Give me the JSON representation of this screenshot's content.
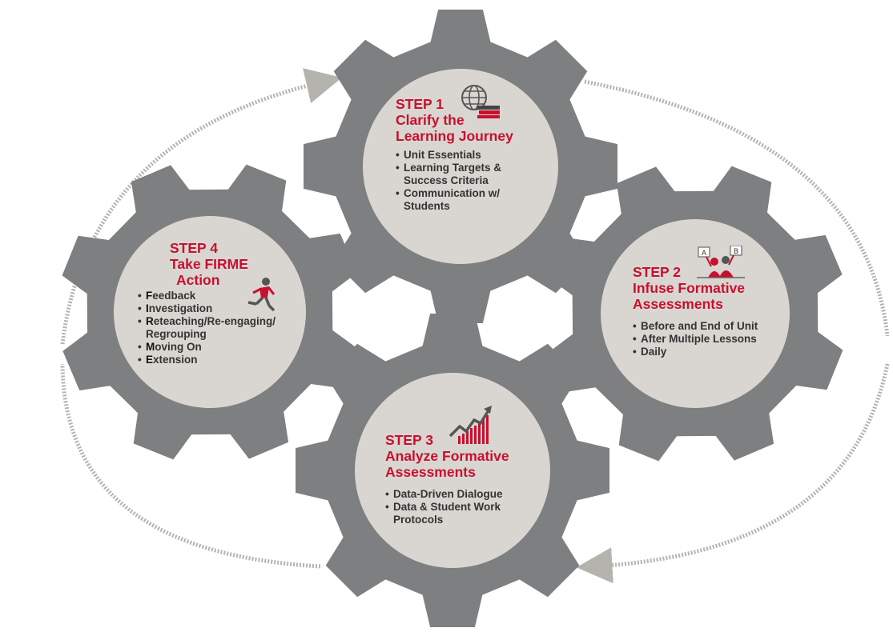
{
  "colors": {
    "gear": "#7d7f80",
    "inner_circle": "#d9d6d1",
    "accent_red": "#c8102e",
    "body_text": "#333333",
    "dotted_cycle": "#b5b3ad"
  },
  "steps": [
    {
      "number": "STEP 1",
      "title_lines": [
        "Clarify the",
        "Learning Journey"
      ],
      "icon": "globe-books-icon",
      "bullets": [
        {
          "lines": [
            "Unit Essentials"
          ]
        },
        {
          "lines": [
            "Learning Targets &",
            "Success Criteria"
          ]
        },
        {
          "lines": [
            "Communication w/",
            "Students"
          ]
        }
      ]
    },
    {
      "number": "STEP 2",
      "title_lines": [
        "Infuse Formative",
        "Assessments"
      ],
      "icon": "students-holding-cards-icon",
      "icon_labels": [
        "A",
        "B"
      ],
      "bullets": [
        {
          "lines": [
            "Before and End of Unit"
          ]
        },
        {
          "lines": [
            "After Multiple Lessons"
          ]
        },
        {
          "lines": [
            "Daily"
          ]
        }
      ]
    },
    {
      "number": "STEP 3",
      "title_lines": [
        "Analyze Formative",
        "Assessments"
      ],
      "icon": "rising-chart-icon",
      "bullets": [
        {
          "lines": [
            "Data-Driven Dialogue"
          ]
        },
        {
          "lines": [
            "Data & Student Work",
            "Protocols"
          ]
        }
      ]
    },
    {
      "number": "STEP 4",
      "title_lines": [
        "Take FIRME",
        "Action"
      ],
      "icon": "running-person-icon",
      "bullets": [
        {
          "cap": "F",
          "rest": "eedback"
        },
        {
          "cap": "I",
          "rest": "nvestigation"
        },
        {
          "cap": "R",
          "rest": "eteaching/Re-engaging/",
          "more": "Regrouping"
        },
        {
          "cap": "M",
          "rest": "oving On"
        },
        {
          "cap": "E",
          "rest": "xtension"
        }
      ]
    }
  ]
}
